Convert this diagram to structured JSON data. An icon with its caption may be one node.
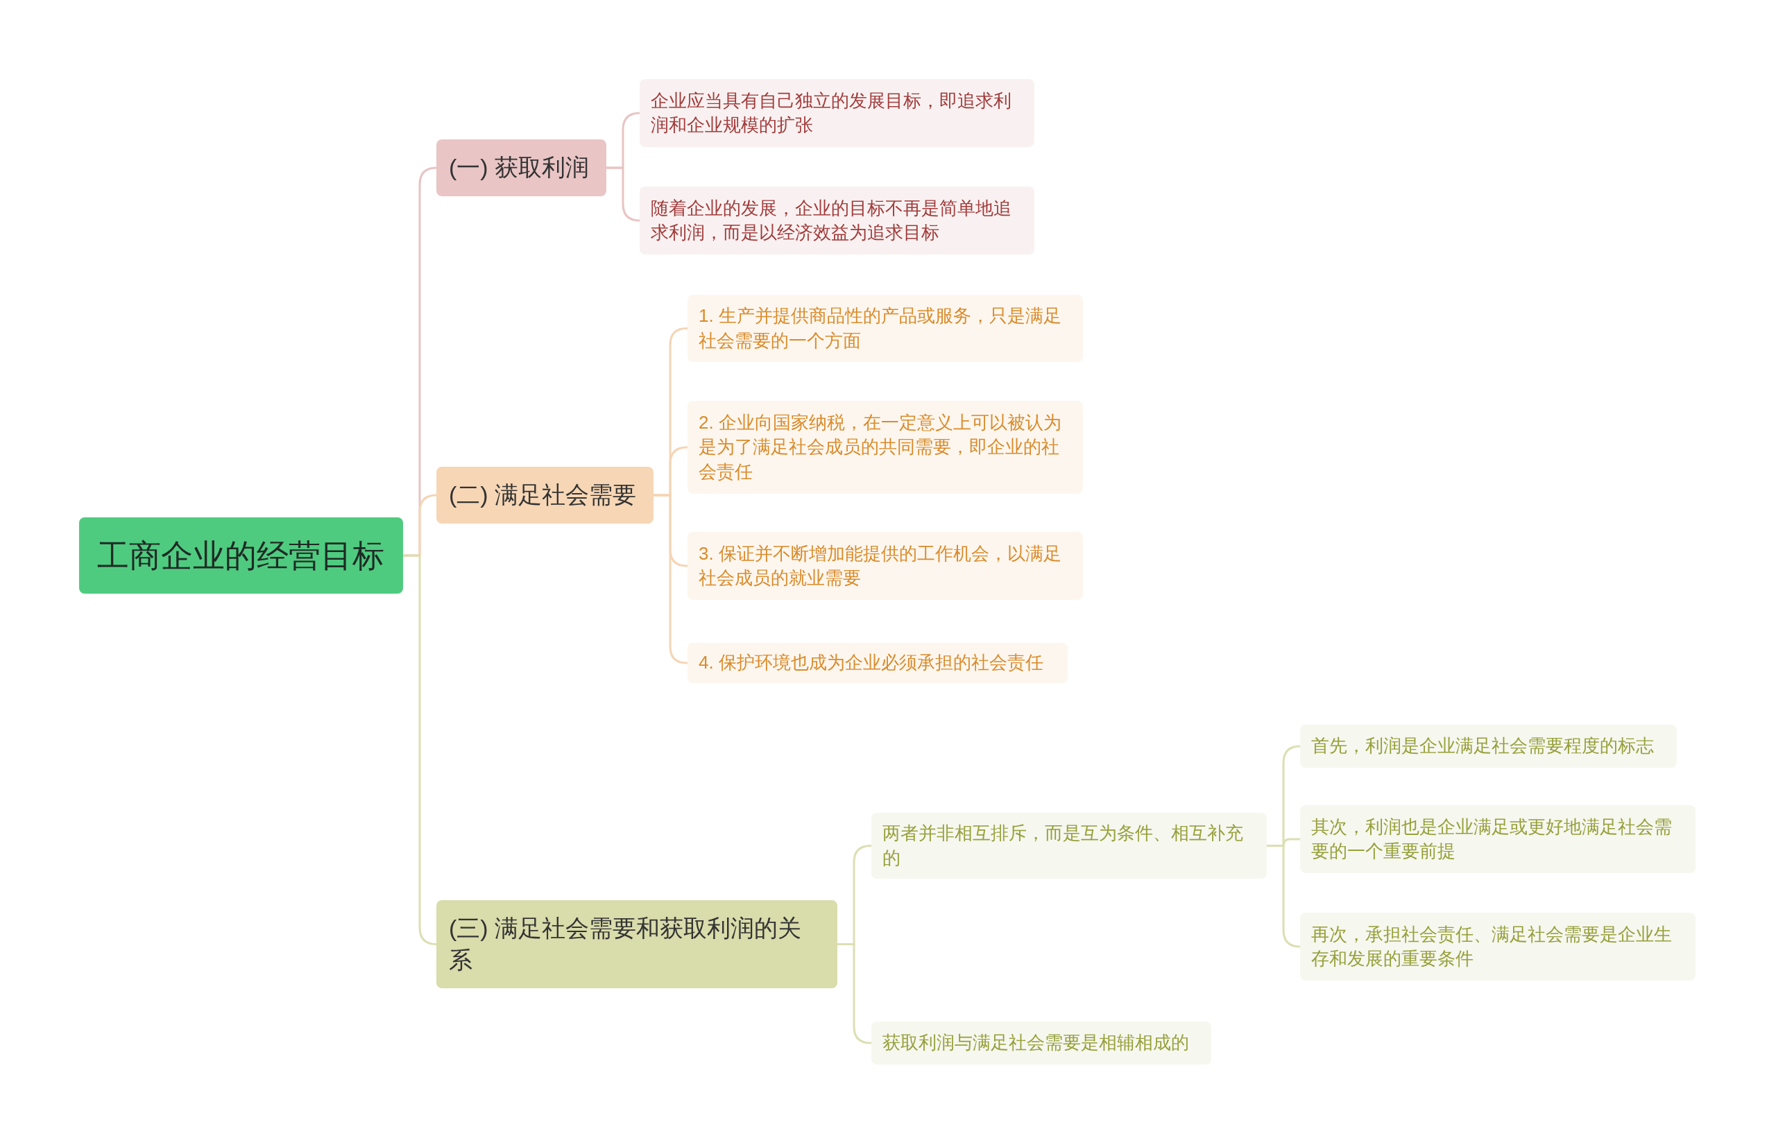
{
  "diagram": {
    "nodes": [
      {
        "text": [
          "工商企业的经营目标"
        ]
      },
      {
        "text": [
          "(一) 获取利润"
        ]
      },
      {
        "text": [
          "企业应当具有自己独立的发展目标，即追求利润和企业规模的扩张"
        ]
      },
      {
        "text": [
          "随着企业的发展，企业的目标不再是简单地追求利润，而是以经济效益为追求目标"
        ]
      },
      {
        "text": [
          "(二) 满足社会需要"
        ]
      },
      {
        "text": [
          "1. 生产并提供商品性的产品或服务，只是满足社会需要的一个方面"
        ]
      },
      {
        "text": [
          "2. 企业向国家纳税，在一定意义上可以被认为是为了满足社会成员的共同需要，即企业的社会责任"
        ]
      },
      {
        "text": [
          "3. 保证并不断增加能提供的工作机会，以满足社会成员的就业需要"
        ]
      },
      {
        "text": [
          "4. 保护环境也成为企业必须承担的社会责任"
        ]
      },
      {
        "text": [
          "(三) 满足社会需要和获取利润的关系"
        ]
      },
      {
        "text": [
          "两者并非相互排斥，而是互为条件、相互补充的"
        ]
      },
      {
        "text": [
          "首先，利润是企业满足社会需要程度的标志"
        ]
      },
      {
        "text": [
          "其次，利润也是企业满足或更好地满足社会需要的一个重要前提"
        ]
      },
      {
        "text": [
          "再次，承担社会责任、满足社会需要是企业生存和发展的重要条件"
        ]
      },
      {
        "text": [
          "获取利润与满足社会需要是相辅相成的"
        ]
      }
    ],
    "edges": [
      {
        "from": 0,
        "to": 1,
        "arrow": "none",
        "color": "#e8c4c4"
      },
      {
        "from": 1,
        "to": 2,
        "arrow": "none",
        "color": "#e8c4c4"
      },
      {
        "from": 1,
        "to": 3,
        "arrow": "none",
        "color": "#e8c4c4"
      },
      {
        "from": 0,
        "to": 4,
        "arrow": "none",
        "color": "#f5d5b5"
      },
      {
        "from": 4,
        "to": 5,
        "arrow": "none",
        "color": "#f5d5b5"
      },
      {
        "from": 4,
        "to": 6,
        "arrow": "none",
        "color": "#f5d5b5"
      },
      {
        "from": 4,
        "to": 7,
        "arrow": "none",
        "color": "#f5d5b5"
      },
      {
        "from": 4,
        "to": 8,
        "arrow": "none",
        "color": "#f5d5b5"
      },
      {
        "from": 0,
        "to": 9,
        "arrow": "none",
        "color": "#dcdfb2"
      },
      {
        "from": 9,
        "to": 10,
        "arrow": "none",
        "color": "#dcdfb2"
      },
      {
        "from": 10,
        "to": 11,
        "arrow": "none",
        "color": "#dcdfb2"
      },
      {
        "from": 10,
        "to": 12,
        "arrow": "none",
        "color": "#dcdfb2"
      },
      {
        "from": 10,
        "to": 13,
        "arrow": "none",
        "color": "#dcdfb2"
      },
      {
        "from": 9,
        "to": 14,
        "arrow": "none",
        "color": "#dcdfb2"
      }
    ]
  }
}
